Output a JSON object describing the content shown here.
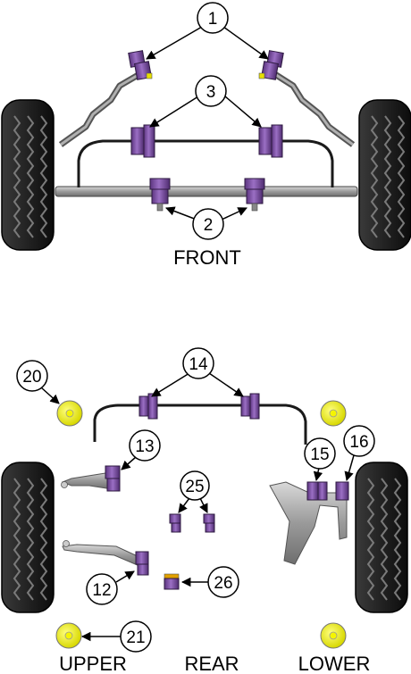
{
  "callouts": {
    "c1": "1",
    "c2": "2",
    "c3": "3",
    "c12": "12",
    "c13": "13",
    "c14": "14",
    "c15": "15",
    "c16": "16",
    "c20": "20",
    "c21": "21",
    "c25": "25",
    "c26": "26"
  },
  "captions": {
    "front": "FRONT",
    "upper": "UPPER",
    "rear": "REAR",
    "lower": "LOWER"
  },
  "colors": {
    "bush_purple": "#7b4fa0",
    "bush_dark": "#4a2a66",
    "bush_yellow": "#f2f200",
    "metal": "#8c8c8c",
    "tyre": "#1a1a1a"
  }
}
